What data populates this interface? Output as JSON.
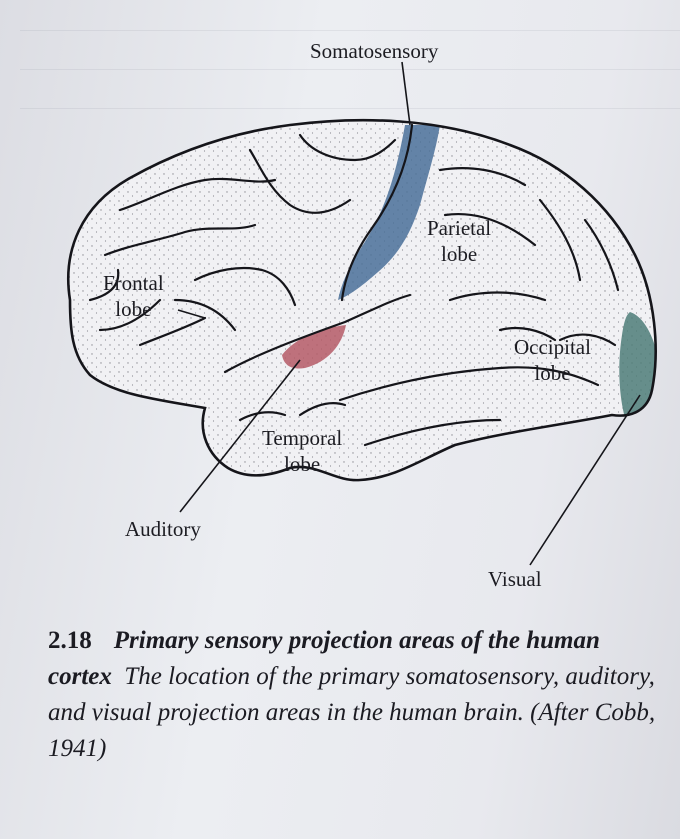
{
  "figure": {
    "number": "2.18",
    "title": "Primary sensory projection areas of the human cortex",
    "caption": "The location of the primary somatosensory, auditory, and visual projection areas in the human brain. (After Cobb, 1941)"
  },
  "labels": {
    "somatosensory": "Somatosensory",
    "frontal_lobe": [
      "Frontal",
      "lobe"
    ],
    "parietal_lobe": [
      "Parietal",
      "lobe"
    ],
    "occipital_lobe": [
      "Occipital",
      "lobe"
    ],
    "temporal_lobe": [
      "Temporal",
      "lobe"
    ],
    "auditory": "Auditory",
    "visual": "Visual"
  },
  "colors": {
    "somatosensory_area": "#4a7099",
    "auditory_area": "#b55a66",
    "visual_area": "#4d7d78",
    "outline": "#15151a"
  }
}
